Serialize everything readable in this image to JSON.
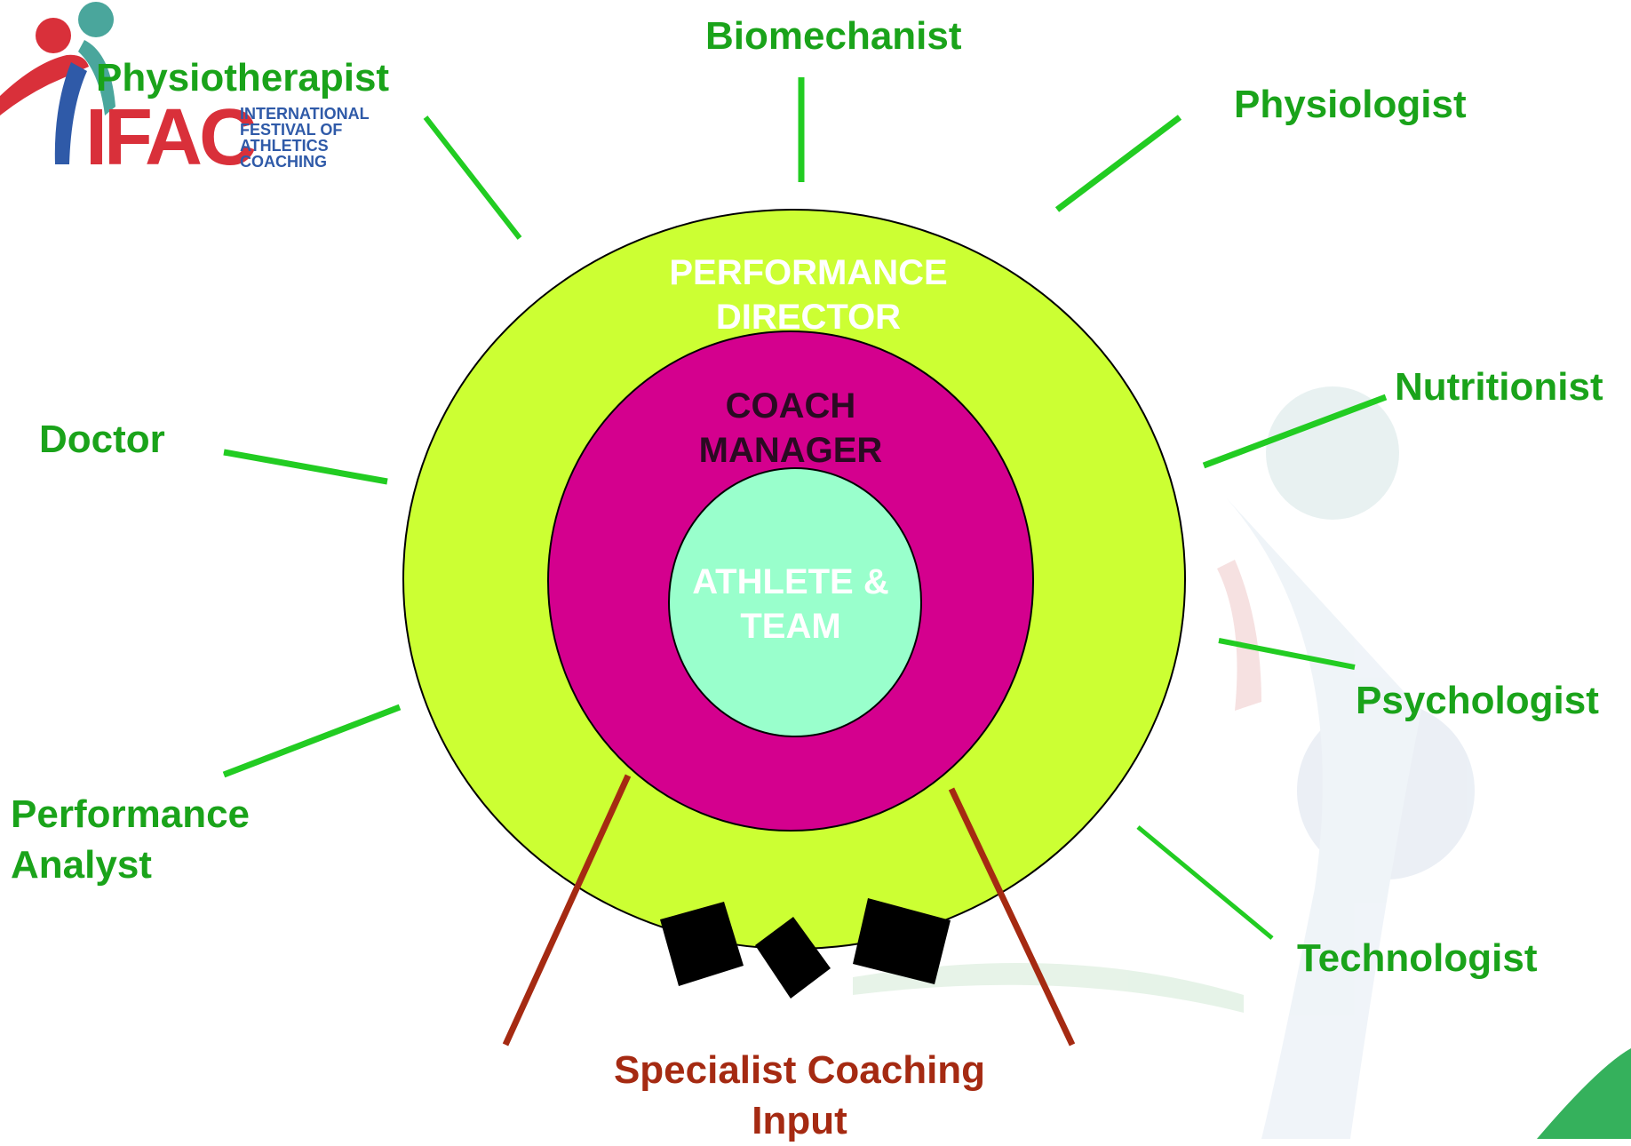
{
  "logo": {
    "acronym": "IFAC",
    "lines": [
      "INTERNATIONAL",
      "FESTIVAL OF",
      "ATHLETICS",
      "COACHING"
    ]
  },
  "rings": {
    "outer": "PERFORMANCE DIRECTOR",
    "middle": "COACH MANAGER",
    "inner": "ATHLETE & TEAM"
  },
  "specialists": {
    "biomechanist": "Biomechanist",
    "physiotherapist": "Physiotherapist",
    "physiologist": "Physiologist",
    "nutritionist": "Nutritionist",
    "doctor": "Doctor",
    "psychologist": "Psychologist",
    "performance_analyst": "Performance Analyst",
    "technologist": "Technologist"
  },
  "coaching_input": "Specialist Coaching Input",
  "colors": {
    "outer_ring": "#ccff33",
    "middle_ring": "#d4008e",
    "inner_ring": "#99ffcc",
    "spoke_green": "#22cc22",
    "specialist_text": "#1aa31a",
    "coaching_line": "#a52a12"
  }
}
